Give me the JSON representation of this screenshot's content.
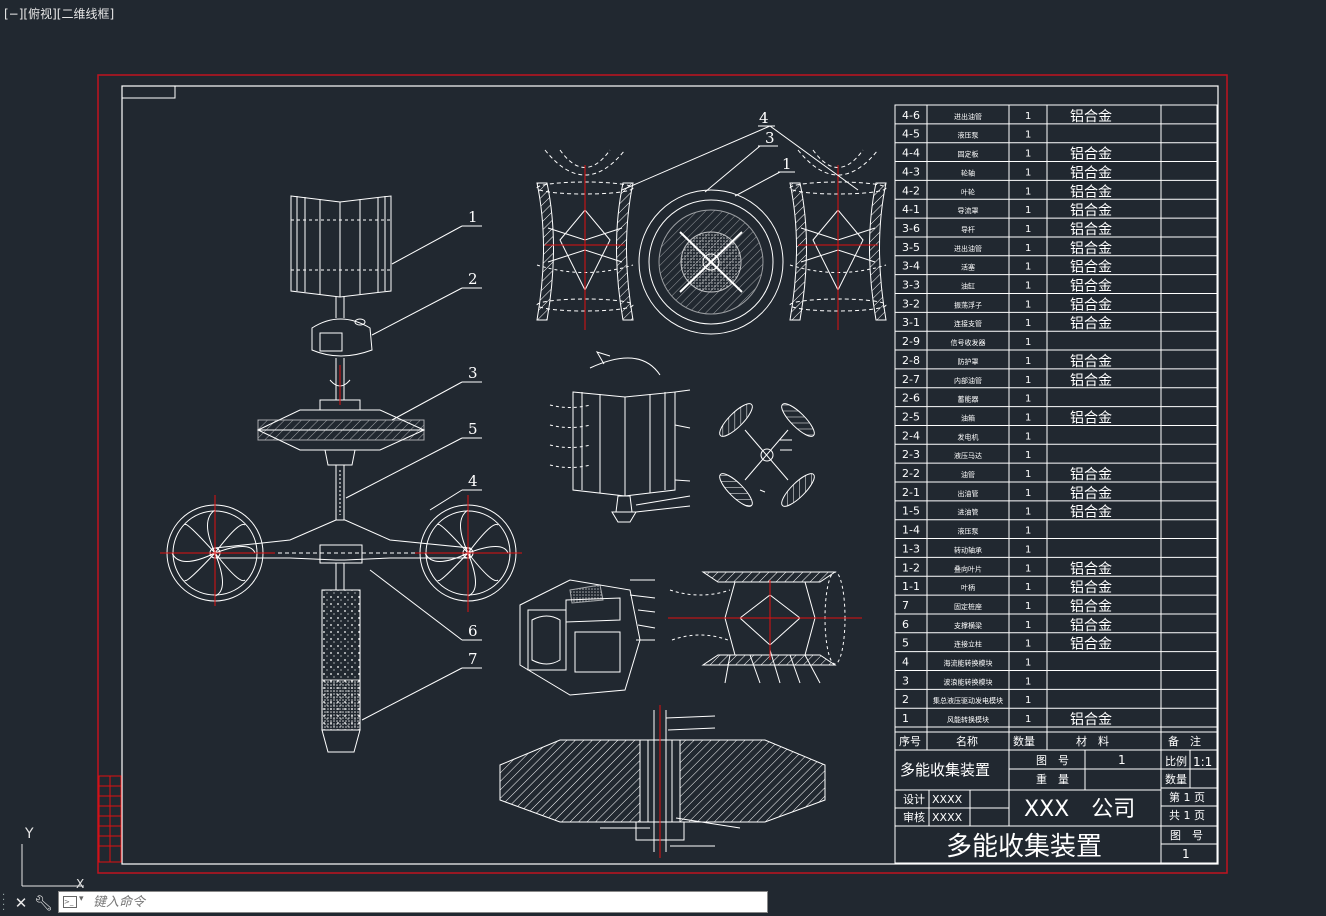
{
  "viewport_label": "[−][俯视][二维线框]",
  "ucs": {
    "y_label": "Y",
    "x_label": "X"
  },
  "command_line": {
    "placeholder": "键入命令"
  },
  "balloons": [
    "1",
    "2",
    "3",
    "5",
    "4",
    "6",
    "7"
  ],
  "top_balloons": [
    "4",
    "3",
    "1"
  ],
  "bom": [
    {
      "no": "4-6",
      "name": "进出油管",
      "qty": "1",
      "material": "铝合金",
      "note": ""
    },
    {
      "no": "4-5",
      "name": "液压泵",
      "qty": "1",
      "material": "",
      "note": ""
    },
    {
      "no": "4-4",
      "name": "固定板",
      "qty": "1",
      "material": "铝合金",
      "note": ""
    },
    {
      "no": "4-3",
      "name": "轮轴",
      "qty": "1",
      "material": "铝合金",
      "note": ""
    },
    {
      "no": "4-2",
      "name": "叶轮",
      "qty": "1",
      "material": "铝合金",
      "note": ""
    },
    {
      "no": "4-1",
      "name": "导流罩",
      "qty": "1",
      "material": "铝合金",
      "note": ""
    },
    {
      "no": "3-6",
      "name": "导杆",
      "qty": "1",
      "material": "铝合金",
      "note": ""
    },
    {
      "no": "3-5",
      "name": "进出油管",
      "qty": "1",
      "material": "铝合金",
      "note": ""
    },
    {
      "no": "3-4",
      "name": "活塞",
      "qty": "1",
      "material": "铝合金",
      "note": ""
    },
    {
      "no": "3-3",
      "name": "油缸",
      "qty": "1",
      "material": "铝合金",
      "note": ""
    },
    {
      "no": "3-2",
      "name": "振荡浮子",
      "qty": "1",
      "material": "铝合金",
      "note": ""
    },
    {
      "no": "3-1",
      "name": "连接支管",
      "qty": "1",
      "material": "铝合金",
      "note": ""
    },
    {
      "no": "2-9",
      "name": "信号收发器",
      "qty": "1",
      "material": "",
      "note": ""
    },
    {
      "no": "2-8",
      "name": "防护罩",
      "qty": "1",
      "material": "铝合金",
      "note": ""
    },
    {
      "no": "2-7",
      "name": "内部油管",
      "qty": "1",
      "material": "铝合金",
      "note": ""
    },
    {
      "no": "2-6",
      "name": "蓄能器",
      "qty": "1",
      "material": "",
      "note": ""
    },
    {
      "no": "2-5",
      "name": "油箱",
      "qty": "1",
      "material": "铝合金",
      "note": ""
    },
    {
      "no": "2-4",
      "name": "发电机",
      "qty": "1",
      "material": "",
      "note": ""
    },
    {
      "no": "2-3",
      "name": "液压马达",
      "qty": "1",
      "material": "",
      "note": ""
    },
    {
      "no": "2-2",
      "name": "油管",
      "qty": "1",
      "material": "铝合金",
      "note": ""
    },
    {
      "no": "2-1",
      "name": "出油管",
      "qty": "1",
      "material": "铝合金",
      "note": ""
    },
    {
      "no": "1-5",
      "name": "进油管",
      "qty": "1",
      "material": "铝合金",
      "note": ""
    },
    {
      "no": "1-4",
      "name": "液压泵",
      "qty": "1",
      "material": "",
      "note": ""
    },
    {
      "no": "1-3",
      "name": "转动轴承",
      "qty": "1",
      "material": "",
      "note": ""
    },
    {
      "no": "1-2",
      "name": "叠向叶片",
      "qty": "1",
      "material": "铝合金",
      "note": ""
    },
    {
      "no": "1-1",
      "name": "叶柄",
      "qty": "1",
      "material": "铝合金",
      "note": ""
    },
    {
      "no": "7",
      "name": "固定桩座",
      "qty": "1",
      "material": "铝合金",
      "note": ""
    },
    {
      "no": "6",
      "name": "支撑横梁",
      "qty": "1",
      "material": "铝合金",
      "note": ""
    },
    {
      "no": "5",
      "name": "连接立柱",
      "qty": "1",
      "material": "铝合金",
      "note": ""
    },
    {
      "no": "4",
      "name": "海流能转换模块",
      "qty": "1",
      "material": "",
      "note": ""
    },
    {
      "no": "3",
      "name": "波浪能转换模块",
      "qty": "1",
      "material": "",
      "note": ""
    },
    {
      "no": "2",
      "name": "集总液压驱动发电模块",
      "qty": "1",
      "material": "",
      "note": ""
    },
    {
      "no": "1",
      "name": "风能转换模块",
      "qty": "1",
      "material": "铝合金",
      "note": ""
    }
  ],
  "bom_header": {
    "no": "序号",
    "name": "名称",
    "qty": "数量",
    "material": "材　料",
    "note": "备　注"
  },
  "title_block": {
    "drawing_name": "多能收集装置",
    "drawing_no_label": "图　号",
    "drawing_no": "1",
    "weight_label": "重　量",
    "scale_label": "比例",
    "scale": "1:1",
    "quantity_label": "数量",
    "design_label": "设计",
    "design_name": "XXXX",
    "review_label": "审核",
    "review_name": "XXXX",
    "company": "XXX　公司",
    "sheet_label": "第 1 页",
    "total_label": "共 1 页",
    "big_title": "多能收集装置",
    "bottom_no_label": "图　号",
    "bottom_no": "1"
  },
  "colors": {
    "background": "#212830",
    "frame_red": "#c1121f",
    "line": "#ffffff",
    "center_red": "#e01010"
  }
}
